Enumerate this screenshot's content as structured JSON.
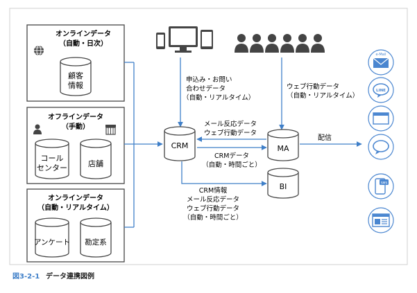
{
  "panels": [
    {
      "title_line1": "オンラインデータ",
      "title_line2": "（自動・日次）",
      "dbs": [
        [
          "顧客",
          "情報"
        ]
      ]
    },
    {
      "title_line1": "オフラインデータ",
      "title_line2": "（手動）",
      "dbs": [
        [
          "コール",
          "センター"
        ],
        [
          "店舗"
        ]
      ]
    },
    {
      "title_line1": "オンラインデータ",
      "title_line2": "（自動・リアルタイム）",
      "dbs": [
        [
          "アンケート"
        ],
        [
          "勘定系"
        ]
      ]
    }
  ],
  "nodes": {
    "crm": "CRM",
    "ma": "MA",
    "bi": "BI"
  },
  "labels": {
    "apply": [
      "申込み・お問い",
      "合わせデータ",
      "（自動・リアルタイム）"
    ],
    "web": [
      "ウェブ行動データ",
      "（自動・リアルタイム）"
    ],
    "ma_to_crm": [
      "メール反応データ",
      "ウェブ行動データ"
    ],
    "crm_to_ma": [
      "CRMデータ",
      "（自動・時間ごと）"
    ],
    "crm_to_bi": [
      "CRM情報",
      "メール反応データ",
      "ウェブ行動データ",
      "（自動・時間ごと）"
    ],
    "deliver": "配信"
  },
  "channels": [
    "e-Mail",
    "LINE",
    "browser",
    "chat",
    "SMS",
    "web"
  ],
  "channel_text": {
    "email": "e-Mail",
    "line": "LINE",
    "sms": "SMS"
  },
  "caption": {
    "number": "図3-2-1",
    "title": "データ連携図例"
  },
  "colors": {
    "accent": "#3f7fc8",
    "frame": "#444444",
    "icon_blue": "#4a86d0",
    "text": "#222222"
  }
}
